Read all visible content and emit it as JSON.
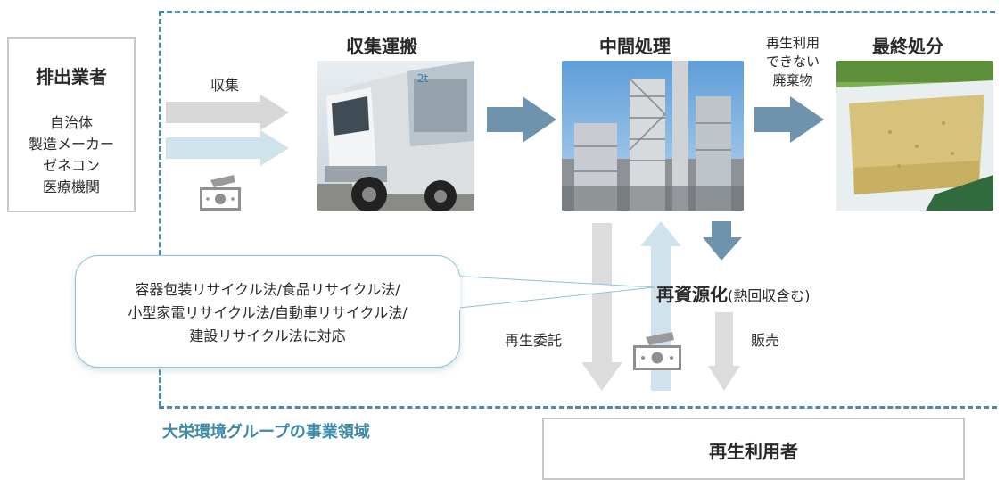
{
  "diagram": {
    "emitter": {
      "title": "排出業者",
      "items": [
        "自治体",
        "製造メーカー",
        "ゼネコン",
        "医療機関"
      ]
    },
    "collect_label": "収集",
    "stages": {
      "transport": "収集運搬",
      "intermediate": "中間処理",
      "final": "最終処分"
    },
    "non_recyclable_label": [
      "再生利用",
      "できない",
      "廃棄物"
    ],
    "recycle": {
      "main": "再資源化",
      "note": "(熱回収含む)"
    },
    "callout_lines": [
      "容器包装リサイクル法/食品リサイクル法/",
      "小型家電リサイクル法/自動車リサイクル法/",
      "建設リサイクル法に対応"
    ],
    "recycle_consign_label": "再生委託",
    "sales_label": "販売",
    "domain_label": "大栄環境グループの事業領域",
    "recycled_user": "再生利用者",
    "colors": {
      "arrow_gray": "#d7d7d7",
      "arrow_light_blue": "#cfe3ec",
      "arrow_steel": "#6f93ad",
      "boundary": "#4a8aa2",
      "domain_text": "#3c8aa6"
    },
    "icons": [
      "money-icon"
    ]
  }
}
